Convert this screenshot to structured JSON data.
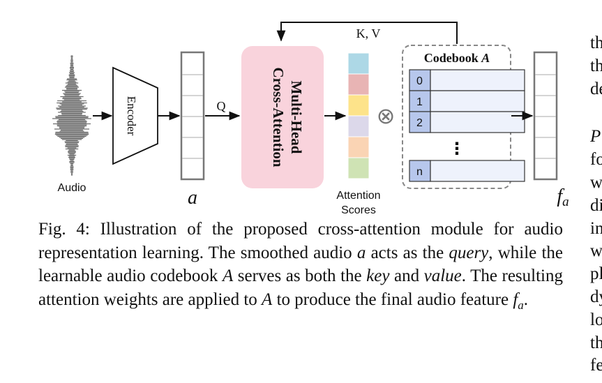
{
  "figure": {
    "audio_label": "Audio",
    "encoder_label": "Encoder",
    "a_label": "a",
    "q_label": "Q",
    "kv_label": "K, V",
    "cross_attention_line1": "Multi-Head",
    "cross_attention_line2": "Cross-Attention",
    "attention_scores_line1": "Attention",
    "attention_scores_line2": "Scores",
    "multiply_symbol": "⊗",
    "codebook_title": "Codebook ",
    "codebook_title_var": "A",
    "codebook_rows": [
      "0",
      "1",
      "2",
      "n"
    ],
    "codebook_ellipsis": "⋮",
    "output_label": "f",
    "output_subscript": "a",
    "attention_colors": [
      "#add8e6",
      "#e8b4b4",
      "#fde38a",
      "#dcd8ea",
      "#fad4b4",
      "#cfe3b4"
    ],
    "cross_attention_fill": "#f9d3dc",
    "codebook_index_fill": "#b7c7ec",
    "codebook_cell_fill": "#eef2fc"
  },
  "caption": {
    "t1": "Fig. 4: Illustration of the proposed cross-attention module for audio representation learning. The smoothed audio ",
    "v1": "a",
    "t2": " acts as the ",
    "e1": "query",
    "t3": ", while the learnable audio codebook ",
    "v2": "A",
    "t4": " serves as both the ",
    "e2": "key",
    "t5": " and ",
    "e3": "value",
    "t6": ". The resulting attention weights are applied to ",
    "v3": "A",
    "t7": " to produce the final audio feature ",
    "v4": "f",
    "v4sub": "a",
    "t8": "."
  },
  "right_column": {
    "top_lines": [
      "th",
      "th",
      "de"
    ],
    "bottom_lines": [
      "P",
      "fo",
      "w",
      "di",
      "in",
      "w",
      "pl",
      "dy",
      "lo",
      "th",
      "fe"
    ]
  }
}
